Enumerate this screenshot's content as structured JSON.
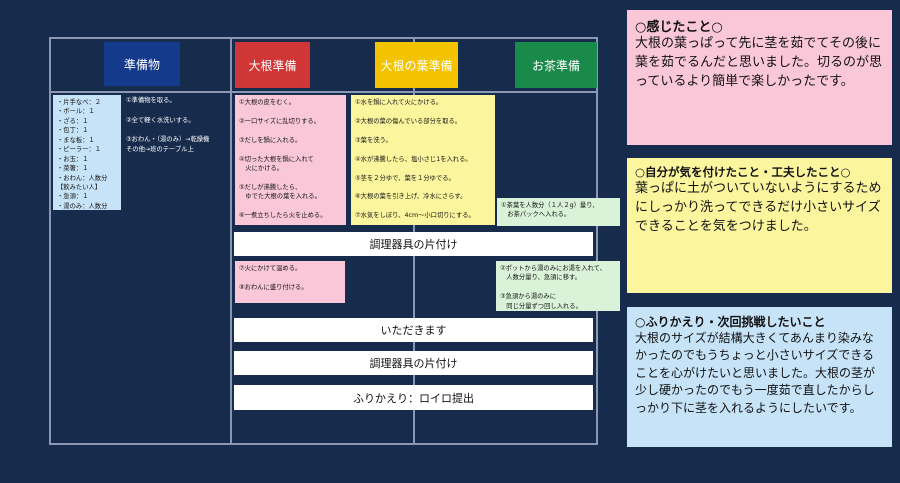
{
  "headers": {
    "prep": "準備物",
    "daikon": "大根準備",
    "leaf": "大根の葉準備",
    "tea": "お茶準備"
  },
  "colors": {
    "background": "#172b4d",
    "prep_header": "#143a8c",
    "daikon_header": "#d13636",
    "leaf_header": "#f3c300",
    "tea_header": "#1a8a4a"
  },
  "items_list": "・片手なべ：２\n・ボール：１\n・ざる：１\n・包丁：１\n・まな板：１\n・ピーラー：１\n・お玉：１\n・菜箸：１\n・おわん：人数分\n【飲みたい人】\n・急須：１\n・湯のみ：人数分",
  "prep_steps": "①準備物を取る。\n\n②全て軽く水洗いする。\n\n③おわん・（湯のみ）→乾燥機\nその他→班のテーブル上",
  "daikon_steps": "①大根の皮をむく。\n\n②一口サイズに乱切りする。\n\n③だしを鍋に入れる。\n\n④切った大根を鍋に入れて\n　火にかける。\n\n⑤だしが沸騰したら、\n　ゆでた大根の葉を入れる。\n\n⑥一煮立ちしたら火を止める。",
  "leaf_steps": "①水を鍋に入れて火にかける。\n\n②大根の葉の傷んでいる部分を取る。\n\n③葉を洗う。\n\n④水が沸騰したら、塩小さじ1を入れる。\n\n⑤茎を２分ゆで、葉を１分ゆでる。\n\n⑥大根の葉を引き上げ、冷水にさらす。\n\n⑦水気をしぼり、4cm〜小口切りにする。",
  "tea_step1": "①茶葉を人数分（１人２g）量り、\n　お茶パックへ入れる。",
  "cleanup_label": "調理器具の片付け",
  "daikon_steps2": "⑦火にかけて温める。\n\n⑧おわんに盛り付ける。",
  "tea_steps2": "②ポットから湯のみにお湯を入れて、\n　人数分量り、急須に移す。\n\n③急須から湯のみに\n　同じ分量ずつ回し入れる。",
  "itadakimasu_label": "いただきます",
  "cleanup2_label": "調理器具の片付け",
  "reflection_label": "ふりかえり：ロイロ提出",
  "cards": {
    "felt_title": "○感じたこと○",
    "felt_body": "大根の葉っぱって先に茎を茹でてその後に葉を茹でるんだと思いました。切るのが思っているより簡単で楽しかったです。",
    "care_title": "○自分が気を付けたこと・工夫したこと○",
    "care_body": "葉っぱに土がついていないようにするためにしっかり洗ってできるだけ小さいサイズできることを気をつけました。",
    "review_title": "○ふりかえり・次回挑戦したいこと",
    "review_body": "大根のサイズが結構大きくてあんまり染みなかったのでもうちょっと小さいサイズできることを心がけたいと思いました。大根の茎が少し硬かったのでもう一度茹で直したからしっかり下に茎を入れるようにしたいです。"
  }
}
